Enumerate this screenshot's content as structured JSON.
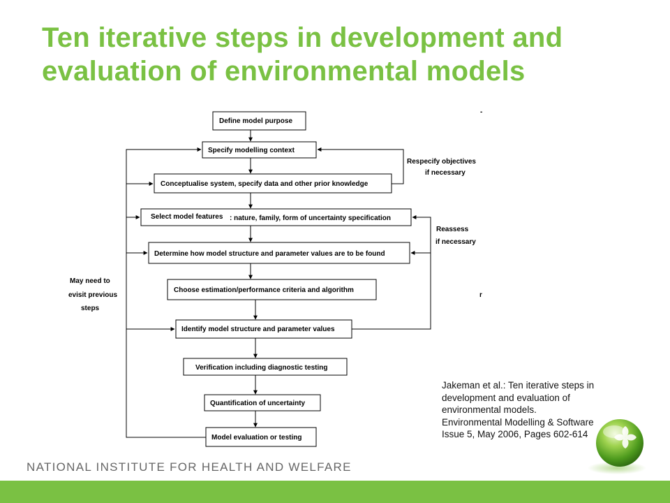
{
  "slide": {
    "title_line1": "Ten iterative steps in development and",
    "title_line2": "evaluation of environmental models",
    "citation": "Jakeman et al.: Ten iterative steps in development and evaluation of environmental models. Environmental Modelling & Software Issue 5, May 2006, Pages 602-614",
    "footer": "NATIONAL INSTITUTE FOR HEALTH AND WELFARE"
  },
  "colors": {
    "accent": "#7ac143",
    "footer_text": "#666666"
  },
  "diagram": {
    "steps": [
      "Define model purpose",
      "Specify modelling context",
      "Conceptualise system, specify data and other prior knowledge",
      "Select model features",
      "Determine how model structure and parameter  values are to be found",
      "Choose estimation/performance criteria and algorithm",
      "Identify model structure and parameter values",
      "Verification including diagnostic testing",
      "Quantification of uncertainty",
      "Model evaluation or testing"
    ],
    "step4_detail": ": nature, family, form of uncertainty specification",
    "loops": {
      "respecify_line1": "Respecify objectives",
      "respecify_line2": "if necessary",
      "reassess_line1": "Reassess",
      "reassess_line2": "if necessary",
      "revisit_line1": "May need to",
      "revisit_line2": "evisit previous",
      "revisit_line3": "steps"
    },
    "stray_marks": [
      "-",
      "r"
    ]
  }
}
